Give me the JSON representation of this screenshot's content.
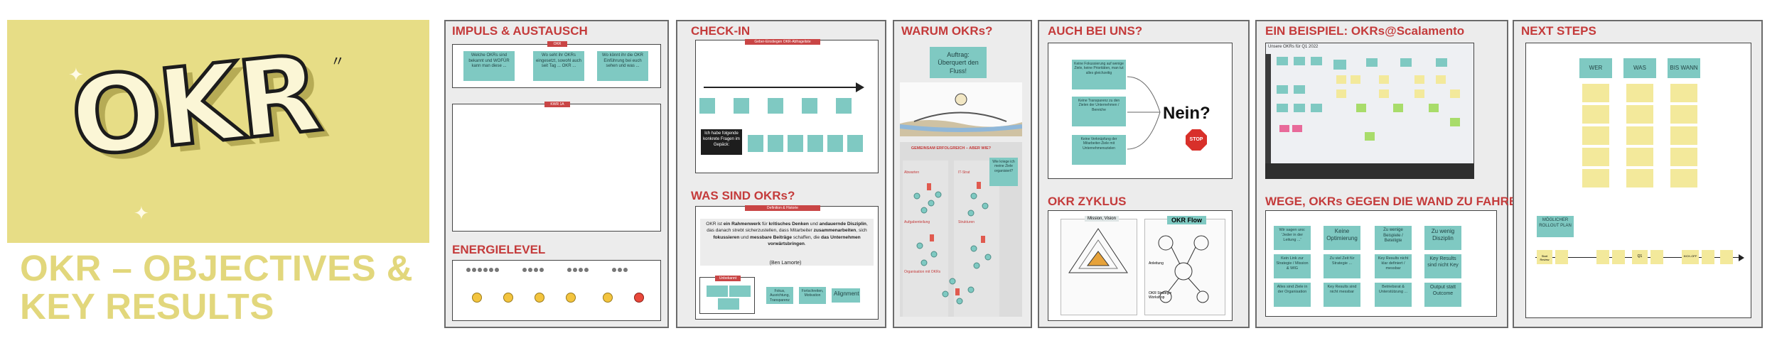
{
  "hero": {
    "logo_text": "OKR",
    "title_line1": "OKR – OBJECTIVES &",
    "title_line2": "KEY RESULTS"
  },
  "frames": {
    "impuls": {
      "title": "IMPULS & AUSTAUSCH",
      "board1_tag": "OKR",
      "board1_notes": [
        "Welche OKRs sind bekannt und WOFÜR kann man diese ...",
        "Wo seht ihr OKRs eingesetzt, sowohl auch seit Tag ... OKR ...",
        "Wo könnt ihr die OKR Einführung bei euch sehen und was ..."
      ],
      "board2_tag": "KWR 1A"
    },
    "energie": {
      "title": "ENERGIELEVEL"
    },
    "checkin": {
      "title": "CHECK-IN",
      "board_tag": "Geber-Einstiegen OKR-Abfrageliste",
      "dark_note": "Ich habe folgende konkrete Fragen im Gepäck:"
    },
    "was_sind": {
      "title": "WAS SIND OKRs?",
      "tag": "Definition & Historie",
      "definition_plain1": "OKR ist ",
      "definition_bold1": "ein Rahmenwerk",
      "definition_plain2": " für ",
      "definition_bold2": "kritisches Denken",
      "definition_plain3": " und ",
      "definition_bold3": "andauernde Disziplin",
      "definition_plain4": ", das danach strebt sicherzustellen, dass Mitarbeiter ",
      "definition_bold4": "zusammenarbeiten",
      "definition_plain5": ", sich ",
      "definition_bold5": "fokussieren",
      "definition_plain6": " und ",
      "definition_bold6": "messbare Beiträge",
      "definition_plain7": " schaffen, die ",
      "definition_bold7": "das Unternehmen vorwärtsbringen",
      "definition_plain8": ".",
      "attribution": "(Ben Lamorte)",
      "sub_tag": "Unbekannt",
      "notes": [
        "Fokus, Ausrichtung, Transparenz",
        "Fortschreiten, Motivation",
        "Alignment"
      ]
    },
    "warum": {
      "title": "WARUM OKRs?",
      "note": "Auftrag: Überquert den Fluss!",
      "diagram_title": "GEMEINSAM ERFOLGREICH – ABER WIE?",
      "labels": [
        "Abwarten",
        "IT-Strat",
        "Aufgabenteilung",
        "Strukturen"
      ],
      "side_note": "Wie kriege ich meine Ziele organisiert?",
      "bottom_label": "Organisation mit OKRs"
    },
    "auch_bei_uns": {
      "title": "AUCH BEI UNS?",
      "notes": [
        "Keine Fokussierung auf wenige Ziele, keine Prioritäten, man tut alles gleichzeitig",
        "Keine Transparenz zu den Zielen der Unternehmen / Bereiche",
        "Keine Verknüpfung der Mitarbeiter-Ziele mit Unternehmenszielen"
      ],
      "answer": "Nein?",
      "stop": "STOP"
    },
    "zyklus": {
      "title": "OKR ZYKLUS",
      "label1": "Mission, Vision",
      "label2": "OKR Flow",
      "label_a": "Anleitung",
      "label_b": "OKR Strategie Workshop"
    },
    "beispiel": {
      "title": "EIN BEISPIEL: OKRs@Scalamento",
      "board_header": "Unsere OKRs für Q1 2022"
    },
    "wege": {
      "title": "WEGE, OKRs GEGEN DIE WAND ZU FAHREN",
      "notes": [
        "Wir sagen uns: 'Jeder in der Leitung ...'",
        "Keine Optimierung",
        "Zu wenige Beispiele / Beteiligte",
        "Zu wenig Disziplin",
        "Kein Link zur Strategie / Mission & WIG",
        "Zu viel Zeit für Strategie ...",
        "Key Results nicht klar definiert / messbar",
        "Key Results sind nicht Key",
        "Alles sind Ziele in der Organisation",
        "Key Results sind nicht messbar",
        "Betriebsrat & Unterstützung ...",
        "Output statt Outcome"
      ]
    },
    "next": {
      "title": "NEXT STEPS",
      "col1": "WER",
      "col2": "WAS",
      "col3": "BIS WANN",
      "rollout_note": "MÖGLICHER ROLLOUT PLAN",
      "timeline_notes": [
        "Start Review",
        "Q1",
        "KICK-OFF"
      ]
    }
  }
}
